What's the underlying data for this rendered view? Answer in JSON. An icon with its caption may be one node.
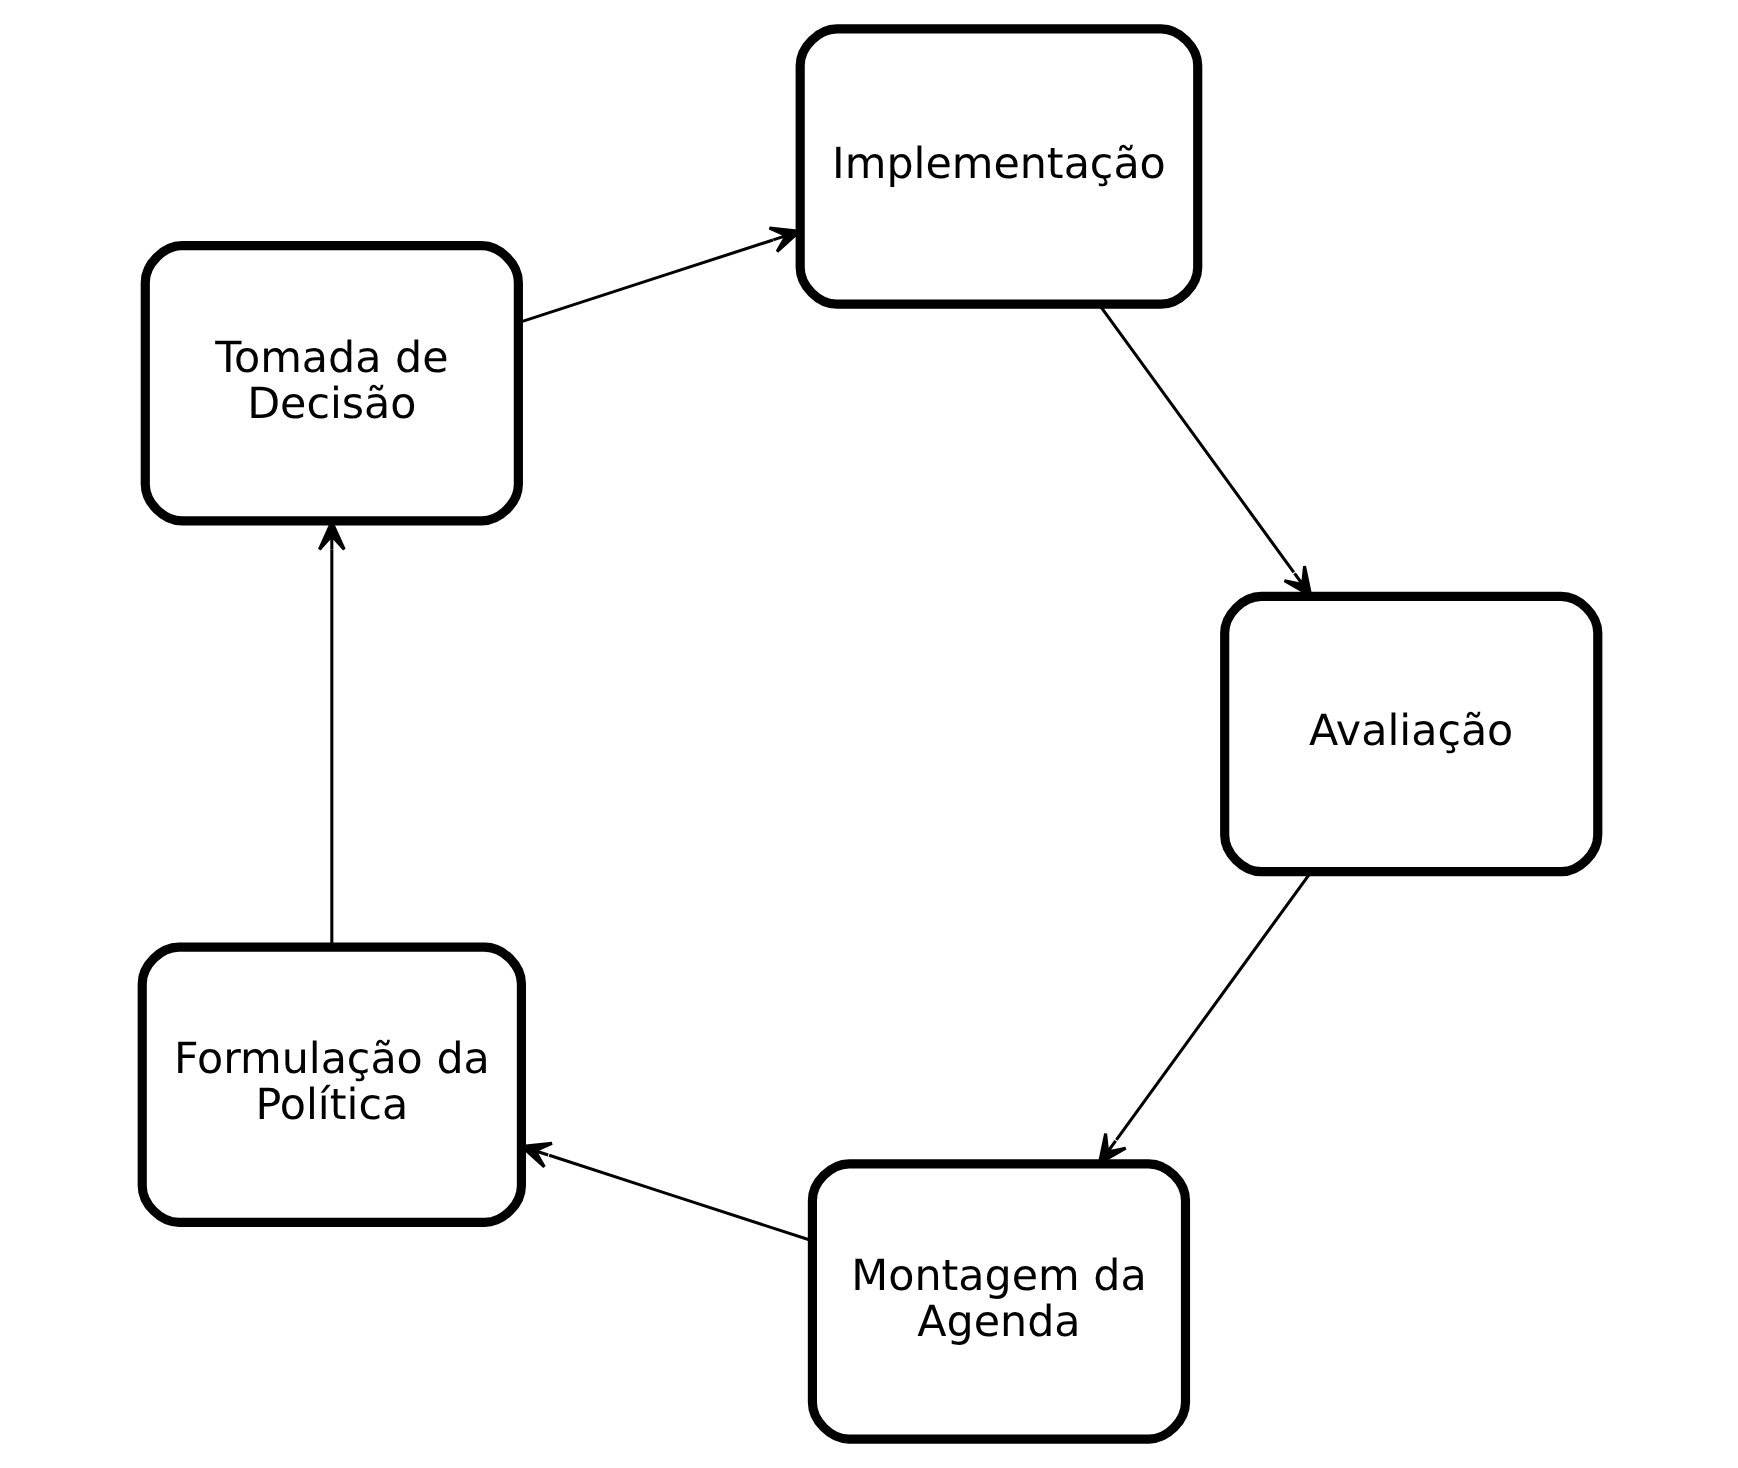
{
  "diagram": {
    "nodes": [
      {
        "text": [
          "Montagem da Agenda"
        ]
      },
      {
        "text": [
          "Formulação da Política"
        ]
      },
      {
        "text": [
          "Tomada de Decisão"
        ]
      },
      {
        "text": [
          "Implementação"
        ]
      },
      {
        "text": [
          "Avaliação"
        ]
      }
    ],
    "edges": [
      {
        "from": 0,
        "to": 1,
        "arrow": "to"
      },
      {
        "from": 1,
        "to": 2,
        "arrow": "to"
      },
      {
        "from": 2,
        "to": 3,
        "arrow": "to"
      },
      {
        "from": 3,
        "to": 4,
        "arrow": "to"
      },
      {
        "from": 4,
        "to": 0,
        "arrow": "to"
      }
    ]
  }
}
